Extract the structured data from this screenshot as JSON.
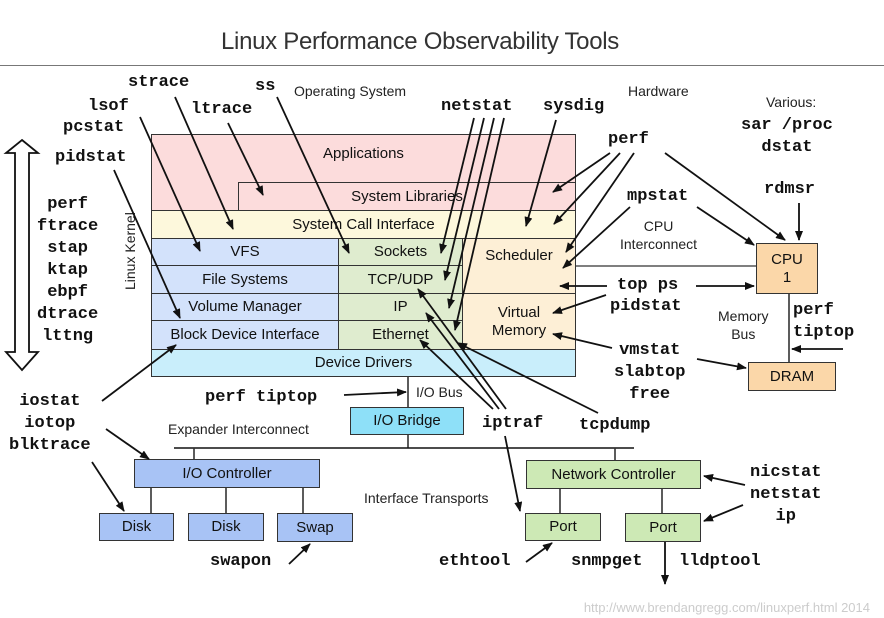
{
  "title": "Linux Performance Observability Tools",
  "section_labels": {
    "os": "Operating System",
    "hardware": "Hardware",
    "various": "Various:",
    "linux_kernel": "Linux Kernel",
    "cpu_interconnect": "CPU\nInterconnect",
    "memory_bus": "Memory\nBus",
    "io_bus": "I/O Bus",
    "expander_interconnect": "Expander Interconnect",
    "interface_transports": "Interface Transports"
  },
  "stack": {
    "applications": "Applications",
    "system_libraries": "System Libraries",
    "system_call_interface": "System Call Interface",
    "vfs": "VFS",
    "file_systems": "File Systems",
    "volume_manager": "Volume Manager",
    "block_device_interface": "Block Device Interface",
    "sockets": "Sockets",
    "tcp_udp": "TCP/UDP",
    "ip": "IP",
    "ethernet": "Ethernet",
    "scheduler": "Scheduler",
    "virtual_memory": "Virtual\nMemory",
    "device_drivers": "Device Drivers"
  },
  "hardware": {
    "cpu": "CPU\n1",
    "dram": "DRAM",
    "io_bridge": "I/O Bridge",
    "io_controller": "I/O Controller",
    "disk1": "Disk",
    "disk2": "Disk",
    "swap": "Swap",
    "network_controller": "Network Controller",
    "port1": "Port",
    "port2": "Port"
  },
  "tools": {
    "strace": "strace",
    "ss": "ss",
    "lsof": "lsof",
    "pcstat": "pcstat",
    "ltrace": "ltrace",
    "pidstat_left": "pidstat",
    "tracers": "perf\nftrace\nstap\nktap\nebpf\ndtrace\nlttng",
    "netstat_top": "netstat",
    "sysdig": "sysdig",
    "perf_top": "perf",
    "sar_proc_dstat": "sar /proc\ndstat",
    "rdmsr": "rdmsr",
    "mpstat": "mpstat",
    "top_ps": "top ps",
    "pidstat_right": "pidstat",
    "perf_tiptop_mem": "perf\ntiptop",
    "vmstat_group": "vmstat\nslabtop\nfree",
    "iostat_group": "iostat\niotop\nblktrace",
    "perf_tiptop_io": "perf tiptop",
    "iptraf": "iptraf",
    "tcpdump": "tcpdump",
    "nicstat_group": "nicstat\nnetstat\nip",
    "swapon": "swapon",
    "ethtool": "ethtool",
    "snmpget": "snmpget",
    "lldptool": "lldptool"
  },
  "footer": "http://www.brendangregg.com/linuxperf.html 2014"
}
